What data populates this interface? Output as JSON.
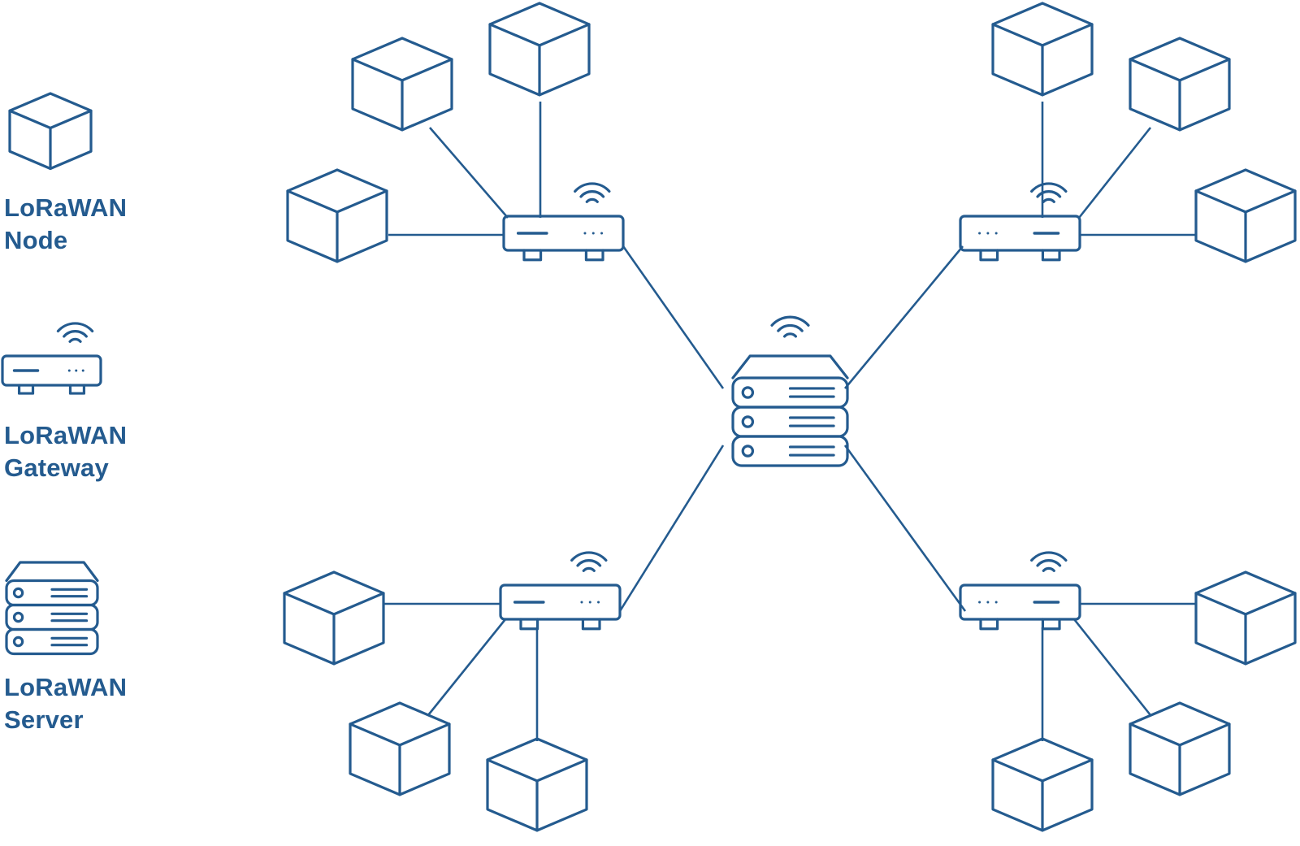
{
  "colors": {
    "stroke": "#245b8f",
    "text": "#245b8f",
    "background": "#ffffff"
  },
  "legend": {
    "node": {
      "line1": "LoRaWAN",
      "line2": "Node",
      "icon": "cube-icon"
    },
    "gateway": {
      "line1": "LoRaWAN",
      "line2": "Gateway",
      "icon": "gateway-icon"
    },
    "server": {
      "line1": "LoRaWAN",
      "line2": "Server",
      "icon": "server-stack-icon"
    }
  },
  "topology": {
    "hub": "server",
    "gateways": [
      {
        "id": "gateway-top-left",
        "nodes": 3
      },
      {
        "id": "gateway-top-right",
        "nodes": 3
      },
      {
        "id": "gateway-bottom-left",
        "nodes": 3
      },
      {
        "id": "gateway-bottom-right",
        "nodes": 3
      }
    ]
  }
}
